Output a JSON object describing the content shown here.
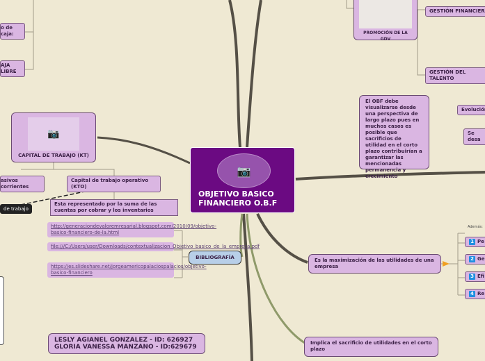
{
  "center": {
    "title": "OBJETIVO BASICO FINANCIERO O.B.F",
    "icon": "camera-icon"
  },
  "top_left": {
    "flujo_caja": "o de caja:",
    "caja_libre": "AJA LIBRE"
  },
  "capital": {
    "title": "CAPITAL DE TRABAJO (KT)",
    "pasivos": "asivos corrientes",
    "kto": "Capital de trabajo operativo (KTO)",
    "kto_desc": "Esta representado por la suma de las cuentas por cobrar y los inventarios",
    "tooltip": "de trabajo"
  },
  "bibliografia": {
    "label": "BIBLIOGRAFÍA",
    "links": [
      "http://generaciondevaloremresarial.blogspot.com/2010/09/objetivo-basico-financiero-de-la.html",
      "file:///C:/Users/user/Downloads/contextualizacion_Objetivo_basico_de_la_empresa.pdf",
      "https://es.slideshare.net/jorgeamericopalaciospalacios/objetivo-basico-financiero"
    ]
  },
  "authors": [
    "LESLY AGIANEL GONZALEZ  - ID: 626927",
    "GLORIA VANESSA MANZANO  - ID:629679"
  ],
  "gdv": {
    "label": "PROMOCIÓN DE LA GDV",
    "financiera": "GESTIÓN FINANCIERA",
    "talento": "GESTIÓN DEL TALENTO"
  },
  "obf_note": "El OBF debe visualizarse desde una perspectiva de largo plazo pues en muchos casos es posible que sacrificios de utilidad en el corto plazo contribuirían a garantizar las mencionadas permanencia y crecimiento",
  "evolucion": "Evolución",
  "se_desa": "Se desa",
  "maximizacion": {
    "label": "Es la maximización de las utilidades de una empresa",
    "ademas": "Además:",
    "items": [
      {
        "n": "1",
        "t": "Pe"
      },
      {
        "n": "2",
        "t": "Ge"
      },
      {
        "n": "3",
        "t": "Efi"
      },
      {
        "n": "4",
        "t": "Re"
      }
    ]
  },
  "sacrificio": "Implica el sacrificio de utilidades en el corto plazo",
  "colors": {
    "background": "#efe9d3",
    "center": "#6b0a82",
    "node": "#dab6e2",
    "biblio": "#b8cfe8"
  }
}
